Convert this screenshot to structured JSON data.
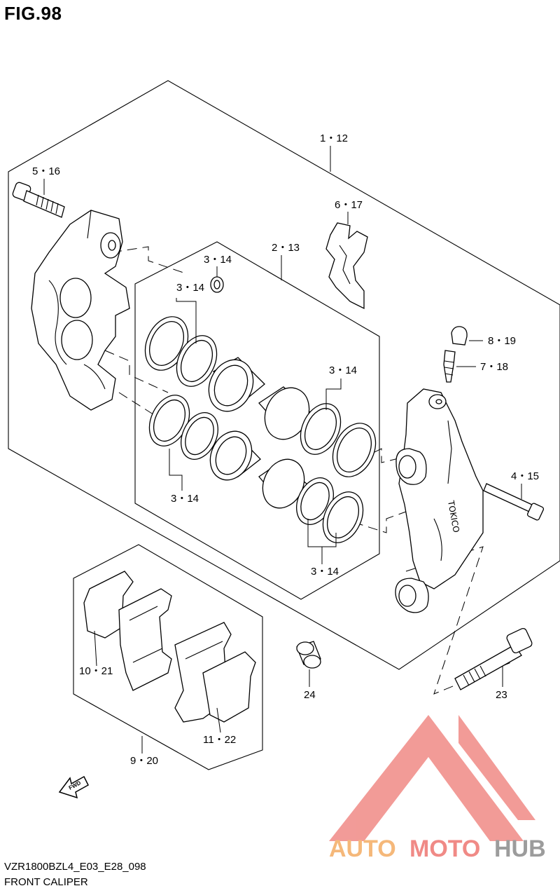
{
  "figure": {
    "title": "FIG.98"
  },
  "callouts": {
    "c1": "1・12",
    "c2": "5・16",
    "c3": "6・17",
    "c4": "2・13",
    "c5": "3・14",
    "c6": "3・14",
    "c7": "3・14",
    "c8": "3・14",
    "c9": "3・14",
    "c10": "8・19",
    "c11": "7・18",
    "c12": "4・15",
    "c13": "10・21",
    "c14": "11・22",
    "c15": "9・20",
    "c16": "24",
    "c17": "23"
  },
  "fwd_arrow": {
    "label": "FWD"
  },
  "caption": {
    "code": "VZR1800BZL4_E03_E28_098",
    "name": "FRONT CALIPER"
  },
  "watermark": {
    "auto": "AUTO",
    "moto": "MOTO",
    "hub": "HUB"
  },
  "colors": {
    "line": "#000000",
    "watermark_red": "#f08a86",
    "watermark_orange": "#f5b87a",
    "watermark_gray": "#9c9c9c"
  }
}
